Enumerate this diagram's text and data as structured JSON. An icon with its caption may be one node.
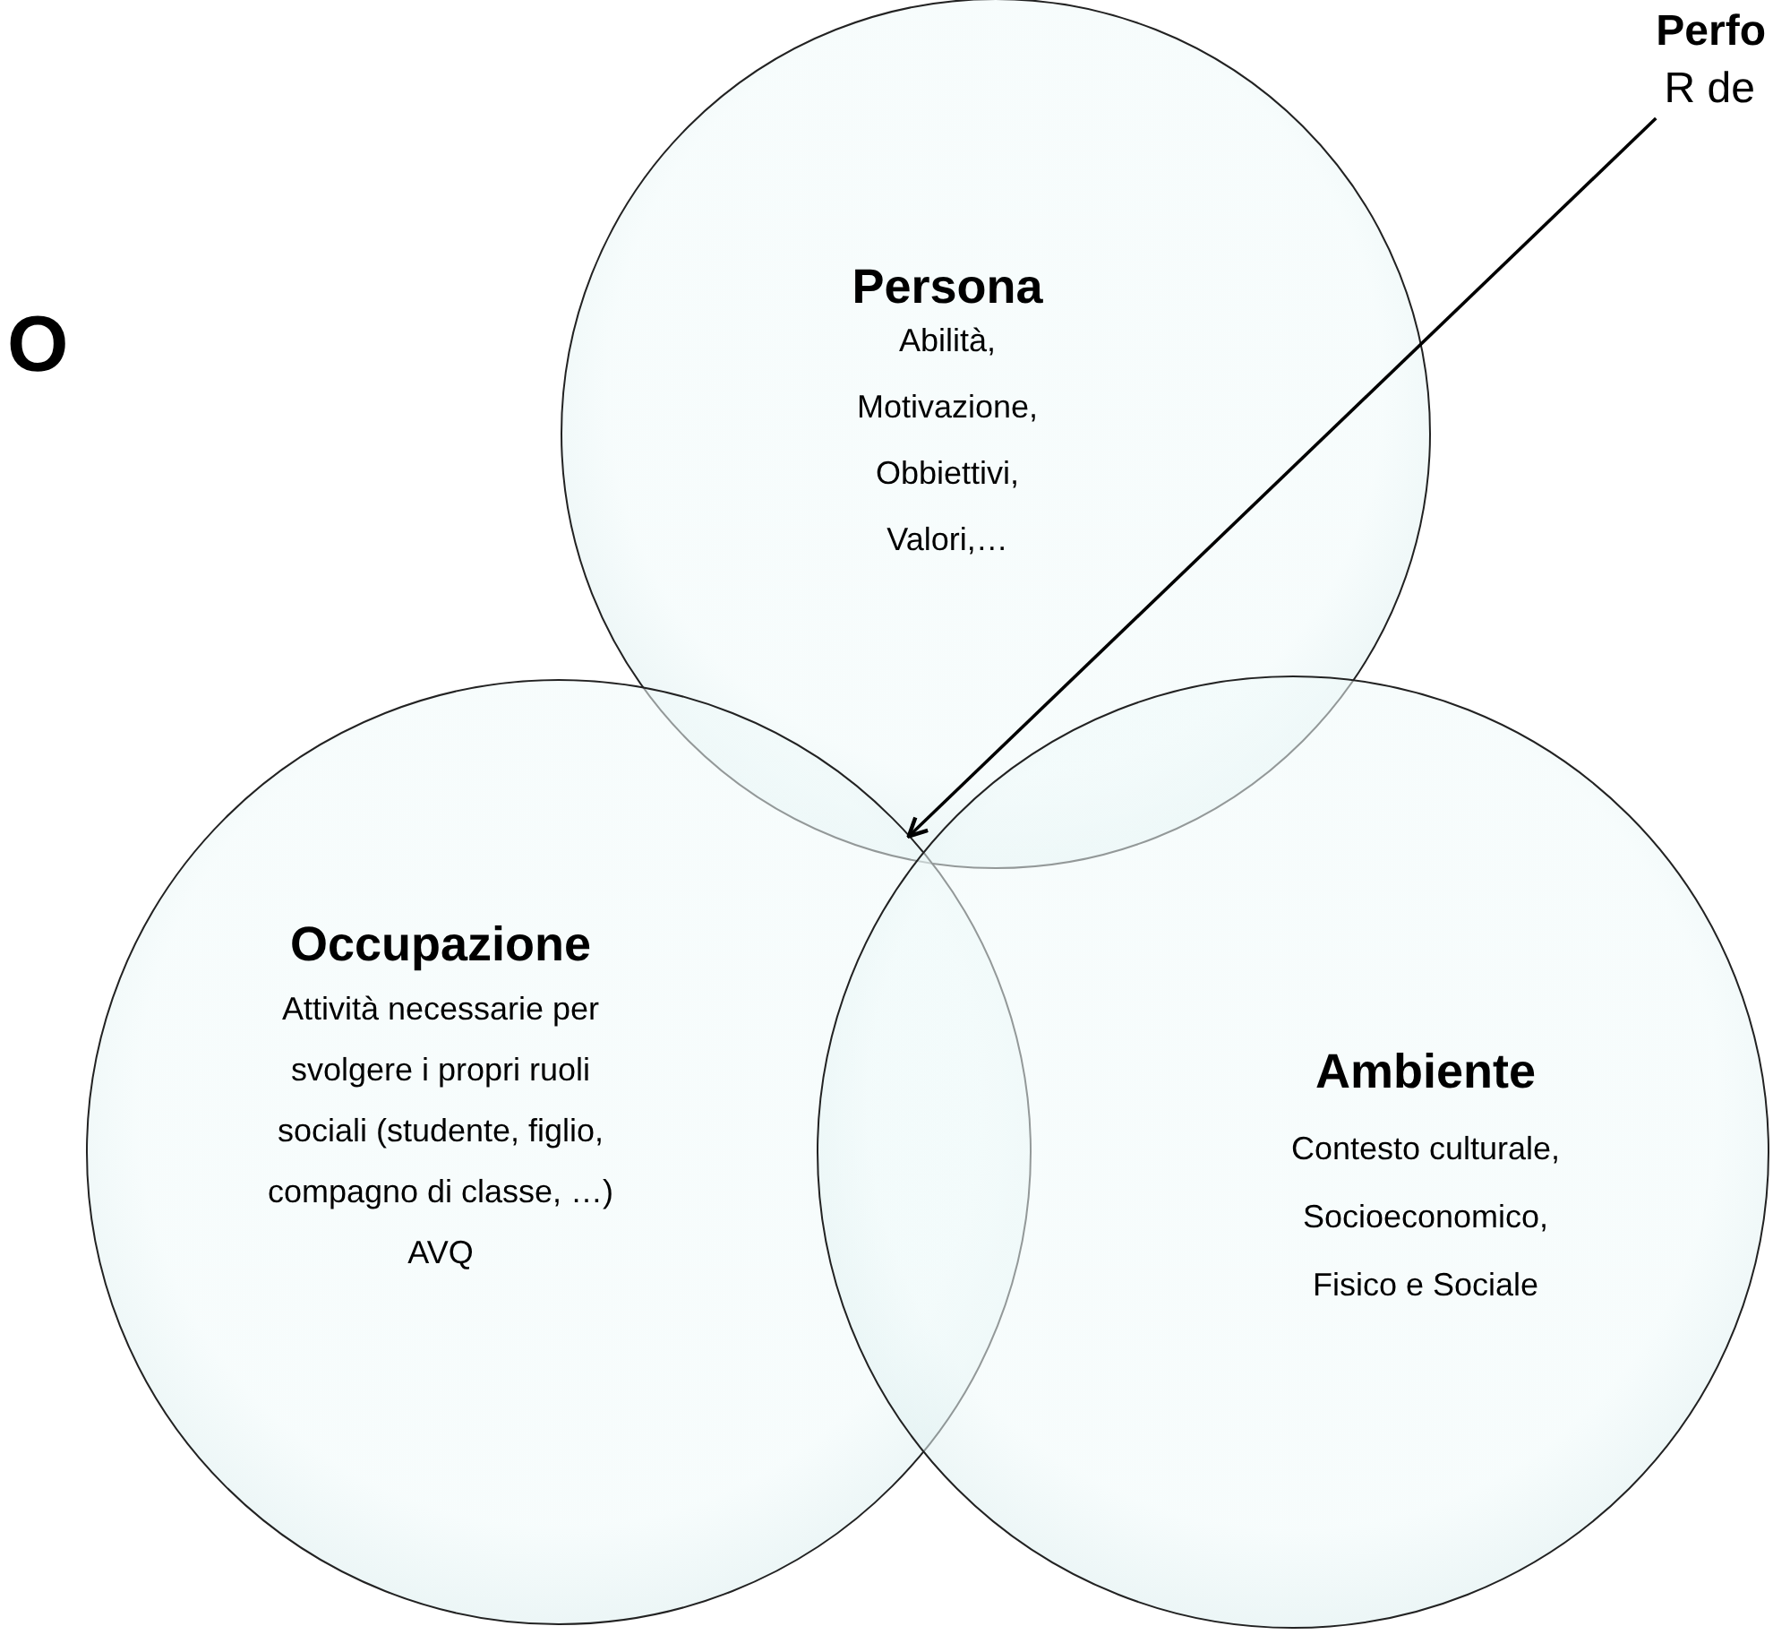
{
  "diagram": {
    "nodes": [
      {
        "text": [
          "Persona",
          "Abilità, Motivazione, Obbiettivi, Valori,…"
        ]
      },
      {
        "text": [
          "Occupazione",
          "Attività necessarie per svolgere i propri ruoli sociali (studente, figlio, compagno di classe, …) AVQ"
        ]
      },
      {
        "text": [
          "Ambiente",
          "Contesto culturale, Socioeconomico, Fisico e Sociale"
        ]
      },
      {
        "text": [
          "Perfo",
          "R de"
        ]
      }
    ],
    "edges": [
      {
        "from": 3,
        "to": 0,
        "arrow": "to"
      }
    ],
    "labels": [
      "O"
    ]
  }
}
